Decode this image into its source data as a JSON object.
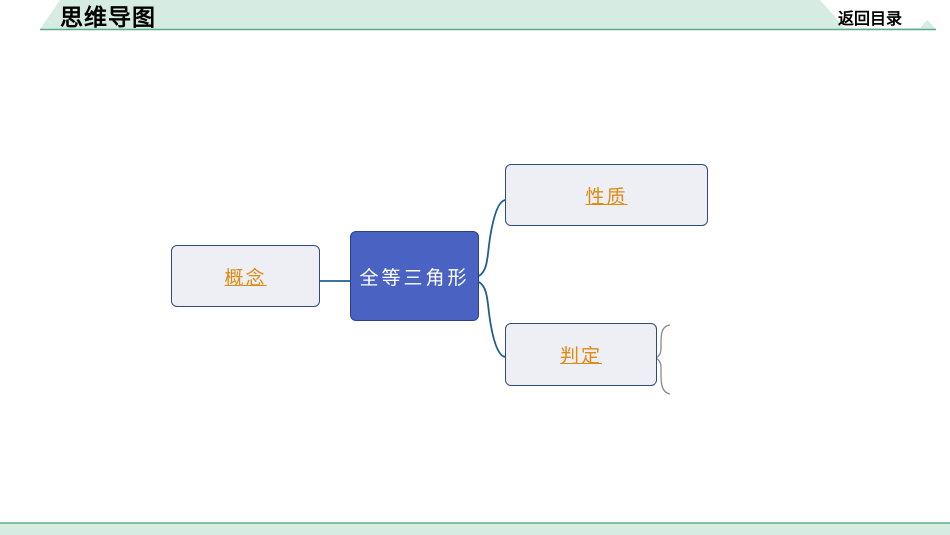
{
  "header": {
    "title": "思维导图",
    "return_label": "返回目录"
  },
  "mindmap": {
    "center": "全等三角形",
    "nodes": {
      "concept": "概念",
      "properties": "性质",
      "judgement": "判定"
    }
  },
  "colors": {
    "header_bg": "#d6ebe2",
    "header_line": "#5aab8a",
    "center_fill": "#4a62c2",
    "node_fill": "#eeeff4",
    "node_border": "#2f4b7c",
    "link_text": "#e08a14",
    "connector": "#1f5f8b"
  }
}
